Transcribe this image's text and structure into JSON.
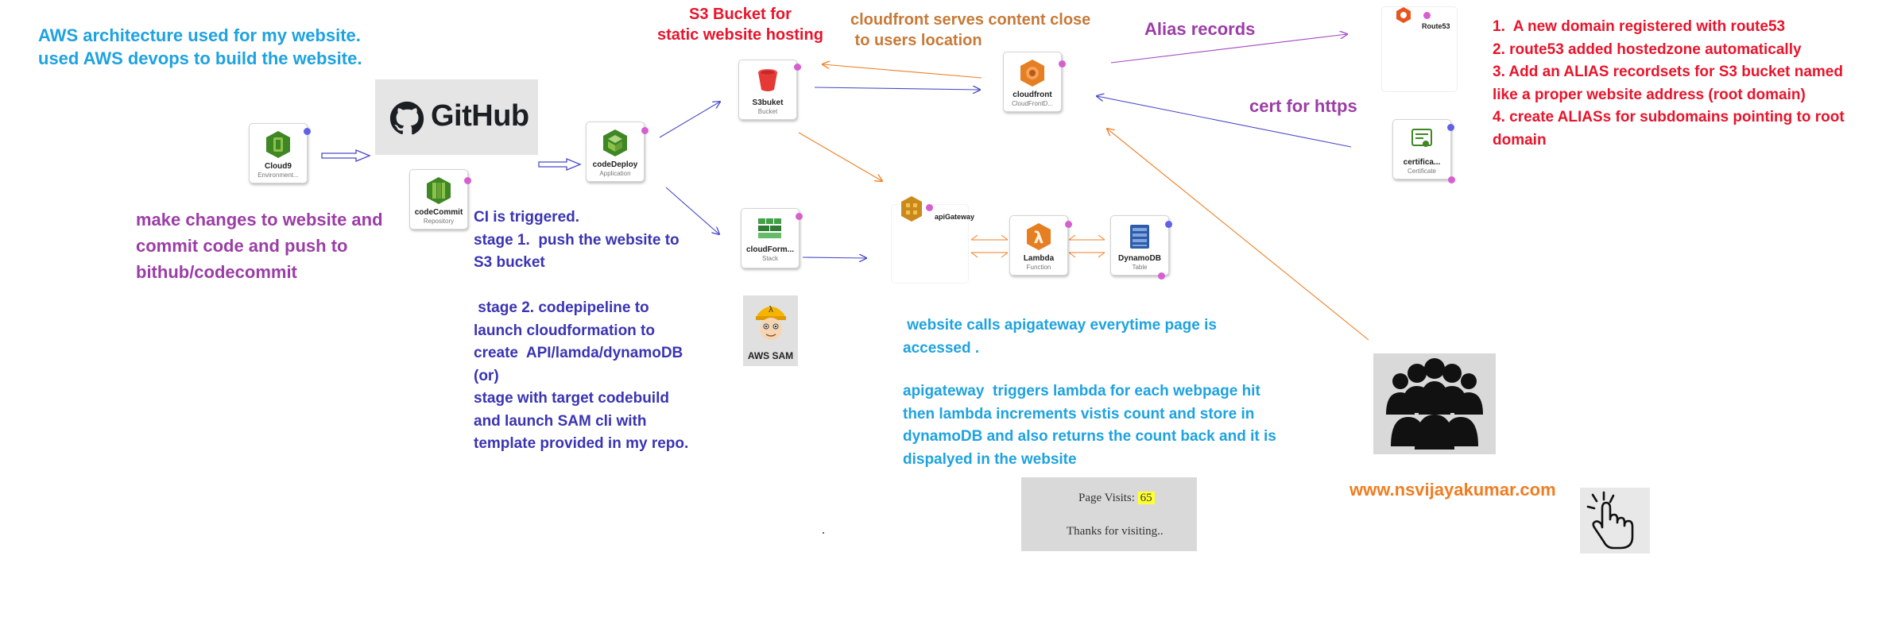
{
  "notes": {
    "intro": "AWS architecture used for my website.\nused AWS devops to build the website.",
    "s3_title": "S3 Bucket for\nstatic website hosting",
    "cloudfront_note": "cloudfront serves content close\n to users location",
    "alias_records": "Alias records",
    "route53_steps": "1.  A new domain registered with route53\n2. route53 added hostedzone automatically\n3. Add an ALIAS recordsets for S3 bucket named\nlike a proper website address (root domain)\n4. create ALIASs for subdomains pointing to root\ndomain",
    "cert_https": "cert for https",
    "make_changes": "make changes to website and\ncommit code and push to\nbithub/codecommit",
    "ci_stages": "CI is triggered.\nstage 1.  push the website to\nS3 bucket\n\n stage 2. codepipeline to\nlaunch cloudformation to\ncreate  API/lamda/dynamoDB\n(or)\nstage with target codebuild\nand launch SAM cli with\ntemplate provided in my repo.",
    "website_calls": " website calls apigateway everytime page is\naccessed .",
    "apigw_flow": "apigateway  triggers lambda for each webpage hit\nthen lambda increments vistis count and store in\ndynamoDB and also returns the count back and it is\ndispalyed in the website",
    "domain": "www.nsvijayakumar.com"
  },
  "services": {
    "cloud9": {
      "name": "Cloud9",
      "sub": "Environment..."
    },
    "codecommit": {
      "name": "codeCommit",
      "sub": "Repository"
    },
    "codedeploy": {
      "name": "codeDeploy",
      "sub": "Application"
    },
    "s3": {
      "name": "S3buket",
      "sub": "Bucket"
    },
    "cloudformation": {
      "name": "cloudForm...",
      "sub": "Stack"
    },
    "cloudfront": {
      "name": "cloudfront",
      "sub": "CloudFrontD..."
    },
    "route53": {
      "name": "Route53"
    },
    "certificate": {
      "name": "certifica...",
      "sub": "Certificate"
    },
    "apigateway": {
      "name": "apiGateway"
    },
    "lambda": {
      "name": "Lambda",
      "sub": "Function"
    },
    "dynamodb": {
      "name": "DynamoDB",
      "sub": "Table"
    }
  },
  "github": {
    "label": "GitHub"
  },
  "sam": {
    "label": "AWS SAM"
  },
  "visits_box": {
    "label": "Page Visits:",
    "count": "65",
    "thanks": "Thanks for visiting.."
  },
  "icons": [
    "github-icon",
    "aws-sam-mascot-icon",
    "users-group-icon",
    "pointer-hand-icon"
  ],
  "colors": {
    "blue_light": "#1ea2e0",
    "red": "#e8142b",
    "purple": "#9b3da6",
    "indigo": "#3a34b4",
    "orange": "#ef7d22",
    "aws_green": "#3f8624",
    "aws_orange": "#e67e22"
  }
}
